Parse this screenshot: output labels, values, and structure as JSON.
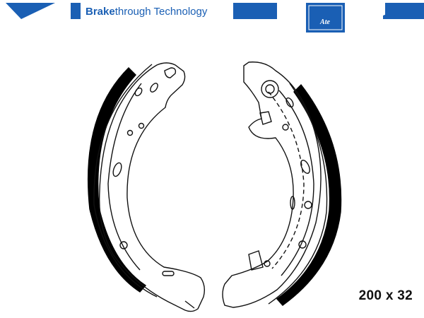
{
  "header": {
    "tagline_bold": "Brake",
    "tagline_rest": "through Technology",
    "logo_text": "Ate"
  },
  "product": {
    "dimensions": "200 x 32"
  },
  "colors": {
    "brand_blue": "#1a5fb4",
    "line": "#111111",
    "lining": "#000000"
  },
  "drawing": {
    "subject": "brake-shoe-pair"
  }
}
